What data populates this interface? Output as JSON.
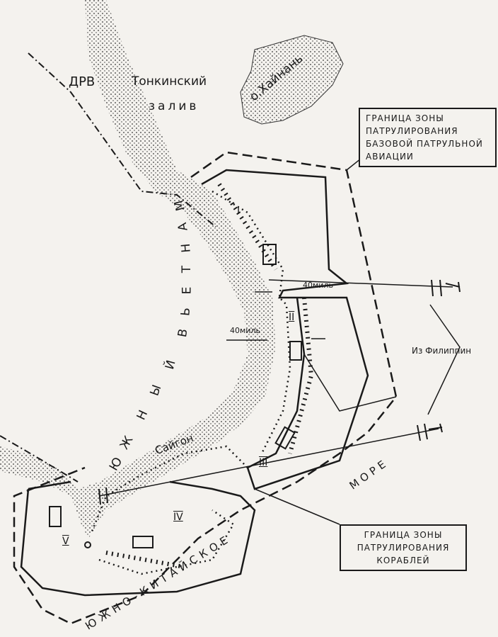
{
  "labels": {
    "country_north": "ДРВ",
    "gulf": "Тонкинский",
    "gulf2": "залив",
    "island": "о.Хайнань",
    "country_south": [
      "Ю",
      "Ж",
      "Н",
      "Ы",
      "Й",
      "В",
      "Ь",
      "Е",
      "Т",
      "Н",
      "А",
      "М"
    ],
    "city": "Сайгон",
    "distance_1": "40миль",
    "distance_2": "40миль",
    "from": "Из Филиппин",
    "sea_1": "МОРЕ",
    "sea_2": "ЮЖНО-КИТАЙСКОЕ",
    "zones": [
      "I",
      "II",
      "III",
      "IV",
      "V"
    ]
  },
  "legend": {
    "air_patrol": "Граница зоны патрулирования базовой патрульной авиации",
    "ship_patrol": "Граница зоны патрулирования кораблей"
  },
  "colors": {
    "ink": "#1a1a1a",
    "paper": "#f4f2ee"
  }
}
